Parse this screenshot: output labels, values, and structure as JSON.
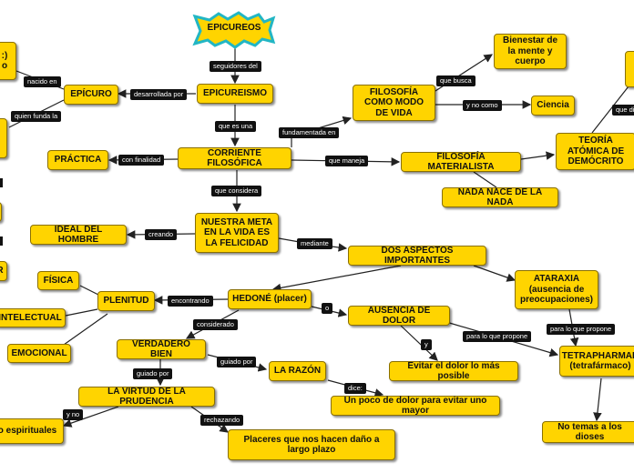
{
  "root": "EPICUREOS",
  "nodes": {
    "epicureismo": "EPICUREISMO",
    "epicuro": "EPÍCURO",
    "corriente": "CORRIENTE FILOSÓFICA",
    "practica": "PRÁCTICA",
    "filosofia_vida": "FILOSOFÍA COMO MODO DE VIDA",
    "bienestar": "Bienestar de la mente y cuerpo",
    "ciencia": "Ciencia",
    "filosofia_mat": "FILOSOFÍA MATERIALISTA",
    "teoria": "TEORÍA ATÓMICA DE DEMÓCRITO",
    "nada": "NADA NACE DE LA NADA",
    "meta": "NUESTRA META EN LA VIDA ES LA FELICIDAD",
    "ideal": "IDEAL DEL HOMBRE",
    "dos_aspectos": "DOS ASPECTOS IMPORTANTES",
    "ataraxia": "ATARAXIA (ausencia de preocupaciones)",
    "hedone": "HEDONÉ (placer)",
    "ausencia_dolor": "AUSENCIA DE DOLOR",
    "plenitud": "PLENITUD",
    "fisica": "FÍSICA",
    "intelectual": "INTELECTUAL",
    "emocional": "EMOCIONAL",
    "verdadero": "VERDADERO BIEN",
    "razon": "LA RAZÓN",
    "evitar": "Evitar el dolor lo más posible",
    "poco_dolor": "Un poco de dolor para evitar uno mayor",
    "virtud": "LA VIRTUD DE LA PRUDENCIA",
    "espirituales": "o espirituales",
    "placeres": "Placeres que nos hacen daño a largo plazo",
    "tetrapharmakos": "TETRAPHARMAK (tetrafármaco)",
    "no_temas": "No temas a los dioses",
    "edge_left_1": ":)\no",
    "edge_left_r": "R"
  },
  "links": {
    "seguidores": "seguidores del",
    "nacido": "nacido en",
    "desarrollada": "desarrollada por",
    "quien_funda": "quien funda la",
    "que_es": "que es una",
    "fundamentada": "fundamentada en",
    "que_busca": "que busca",
    "y_no_como": "y no como",
    "con_finalidad": "con finalidad",
    "que_maneja": "que maneja",
    "que_dice": "que di",
    "que_considera": "que considera",
    "creando": "creando",
    "mediante": "mediante",
    "encontrando": "encontrando",
    "o": "o",
    "considerado": "considerado",
    "y": "y",
    "para_lo_que": "para lo que propone",
    "para_lo_que_2": "para lo que propone",
    "guiado_por": "guiado por",
    "guiado_por_2": "guiado por",
    "dice": "dice:",
    "y_no": "y no",
    "rechazando": "rechazando"
  },
  "colors": {
    "node_fill": "#ffd400",
    "star_fill": "#ffd400",
    "star_stroke": "#22b6c4",
    "label_bg": "#111111",
    "line": "#222222"
  }
}
